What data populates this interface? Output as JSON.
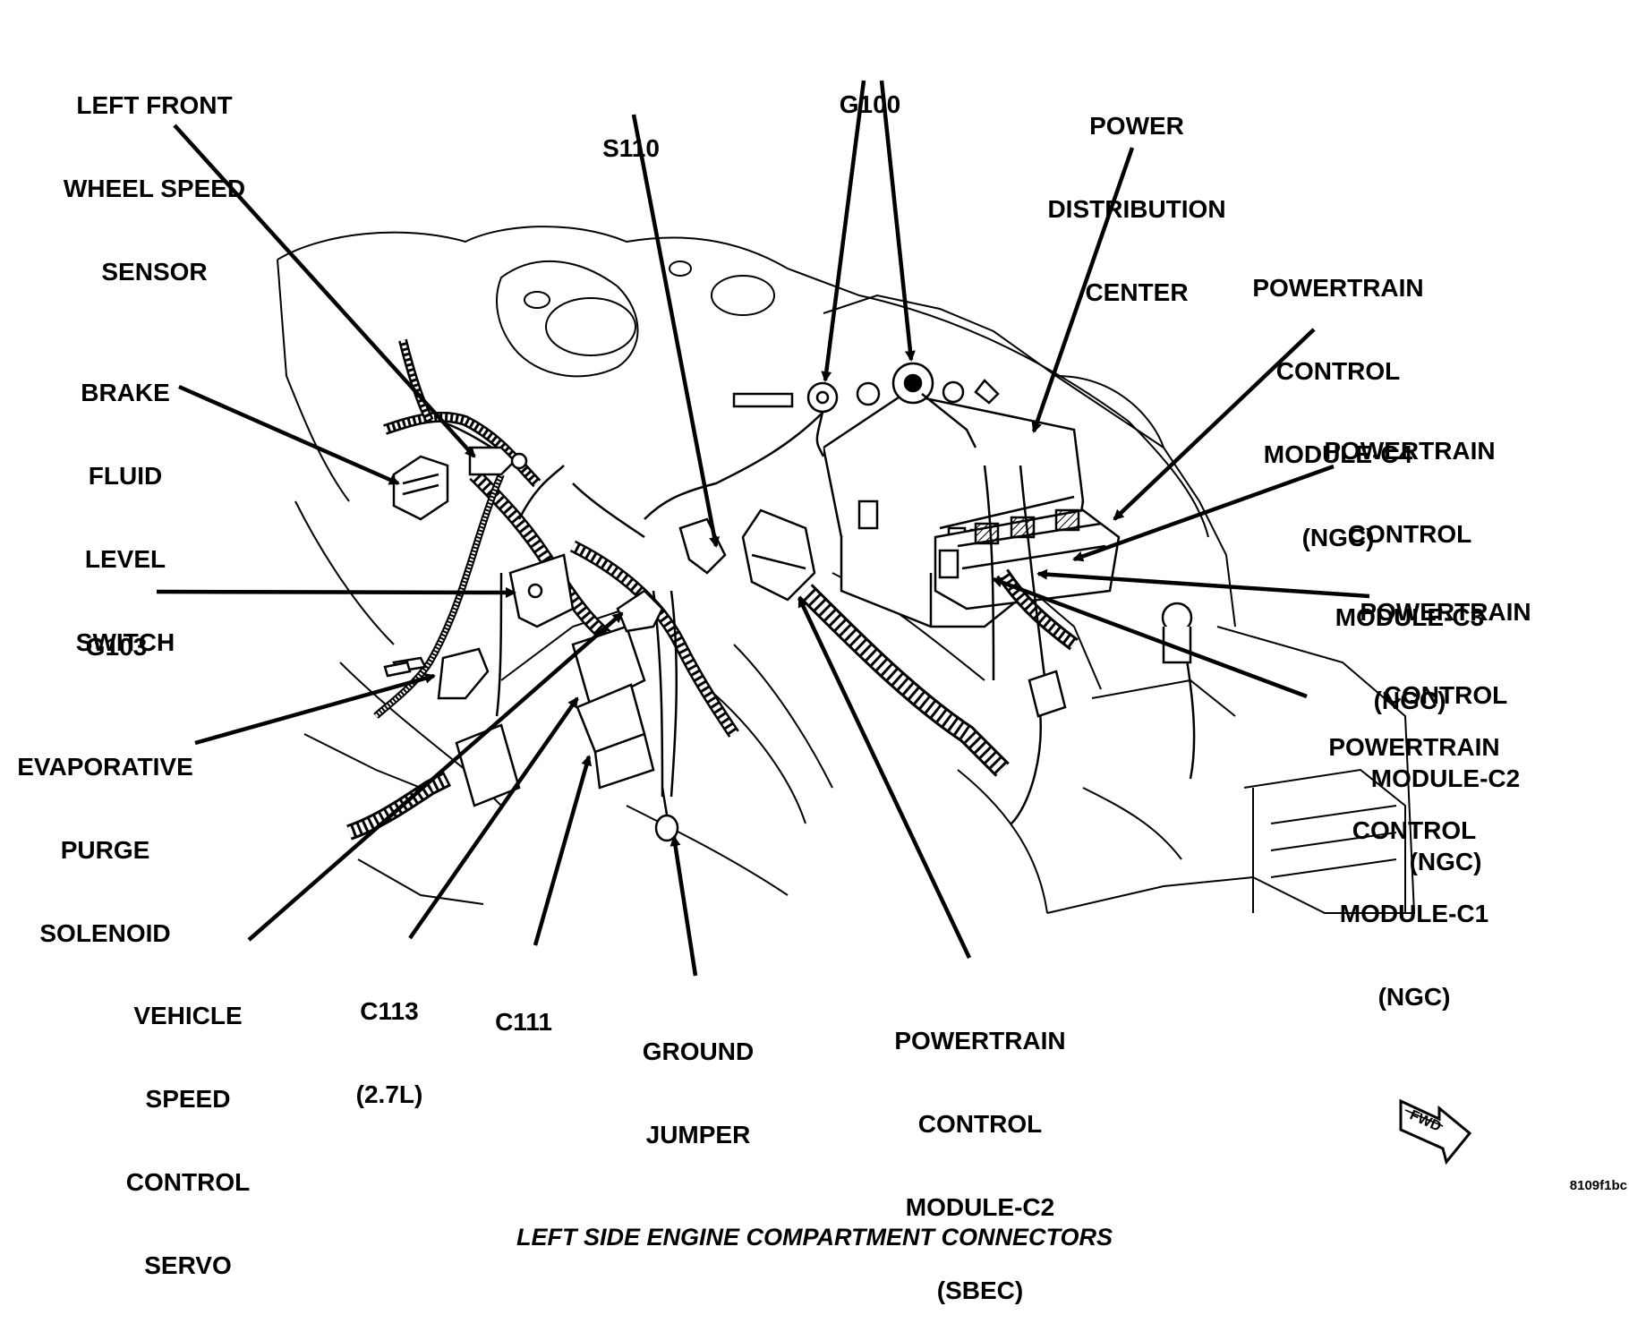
{
  "caption": "LEFT SIDE ENGINE COMPARTMENT CONNECTORS",
  "figure_id": "8109f1bc",
  "fwd_label": "FWD",
  "callouts": {
    "left_front_wheel_speed_sensor": [
      "LEFT FRONT",
      "WHEEL SPEED",
      "SENSOR"
    ],
    "s110": [
      "S110"
    ],
    "g100": [
      "G100"
    ],
    "power_distribution_center": [
      "POWER",
      "DISTRIBUTION",
      "CENTER"
    ],
    "pcm_c4_ngc": [
      "POWERTRAIN",
      "CONTROL",
      "MODULE-C4",
      "(NGC)"
    ],
    "brake_fluid_level_switch": [
      "BRAKE",
      "FLUID",
      "LEVEL",
      "SWITCH"
    ],
    "pcm_c3_ngc": [
      "POWERTRAIN",
      "CONTROL",
      "MODULE-C3",
      "(NGC)"
    ],
    "pcm_c2_ngc": [
      "POWERTRAIN",
      "CONTROL",
      "MODULE-C2",
      "(NGC)"
    ],
    "g103": [
      "G103"
    ],
    "pcm_c1_ngc": [
      "POWERTRAIN",
      "CONTROL",
      "MODULE-C1",
      "(NGC)"
    ],
    "evaporative_purge_solenoid": [
      "EVAPORATIVE",
      "PURGE",
      "SOLENOID"
    ],
    "vehicle_speed_control_servo": [
      "VEHICLE",
      "SPEED",
      "CONTROL",
      "SERVO"
    ],
    "c113": [
      "C113",
      "(2.7L)"
    ],
    "c111": [
      "C111"
    ],
    "ground_jumper": [
      "GROUND",
      "JUMPER"
    ],
    "pcm_c2_sbec": [
      "POWERTRAIN",
      "CONTROL",
      "MODULE-C2",
      "(SBEC)"
    ]
  }
}
